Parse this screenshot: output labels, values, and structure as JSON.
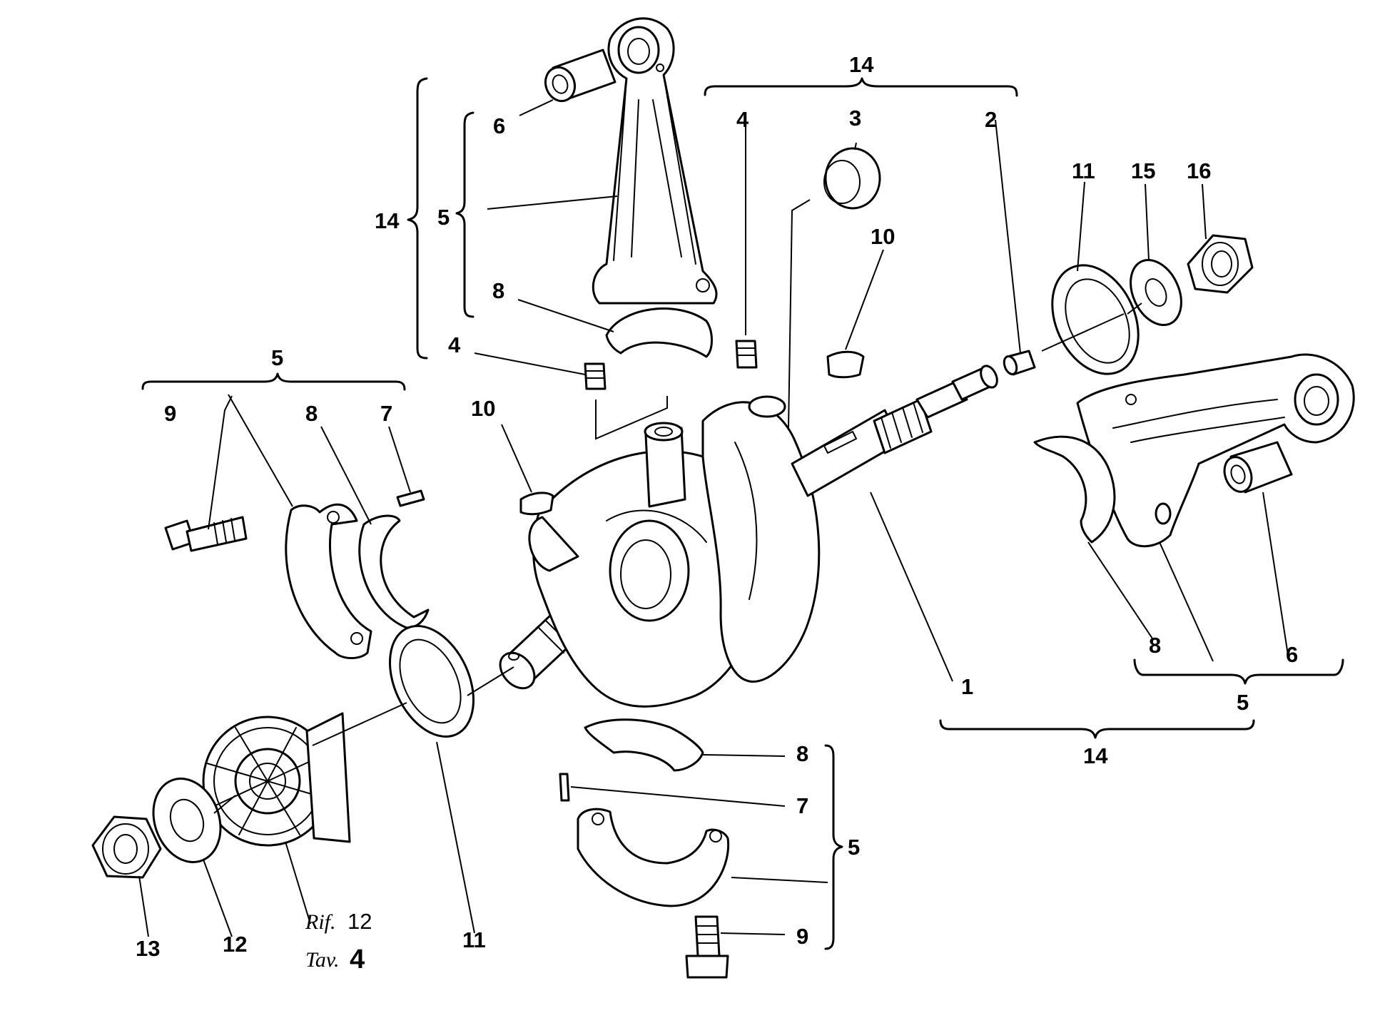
{
  "diagram": {
    "callouts": {
      "c1": "1",
      "c2": "2",
      "c3": "3",
      "c4": "4",
      "c5": "5",
      "c6": "6",
      "c7": "7",
      "c8": "8",
      "c9": "9",
      "c10": "10",
      "c11": "11",
      "c12": "12",
      "c13": "13",
      "c14": "14",
      "c15": "15",
      "c16": "16"
    },
    "reference": {
      "rif_label": "Rif.",
      "rif_value": "12",
      "tav_label": "Tav.",
      "tav_value": "4"
    }
  }
}
